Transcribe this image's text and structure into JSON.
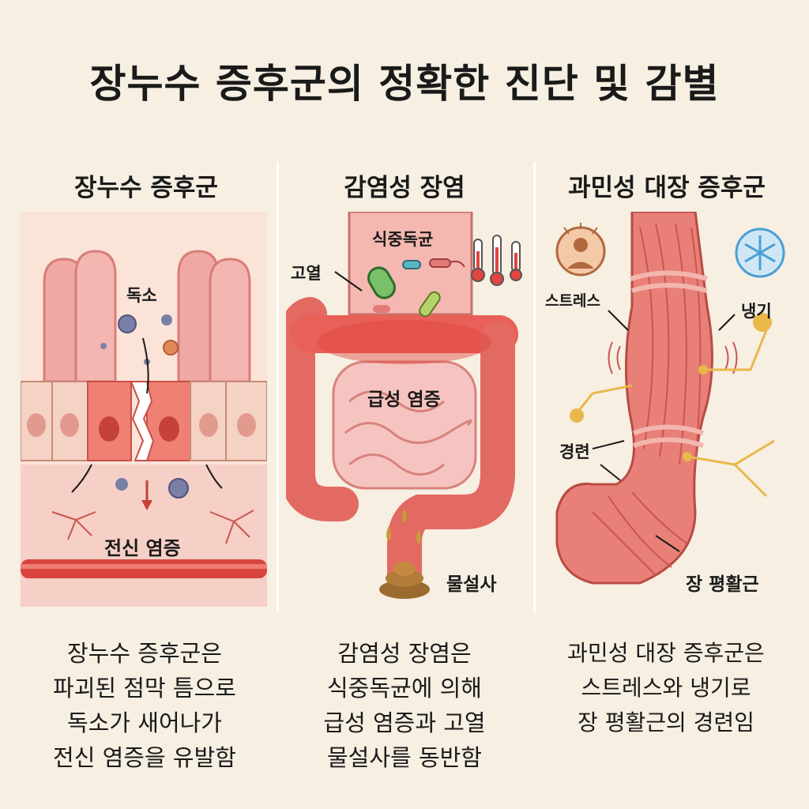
{
  "title": "장누수 증후군의 정확한 진단 및 감별",
  "panels": [
    {
      "heading": "장누수 증후군",
      "labels": {
        "toxin": "독소",
        "systemic": "전신 염증"
      },
      "caption": [
        "장누수 증후군은",
        "파괴된 점막 틈으로",
        "독소가 새어나가",
        "전신 염증을 유발함"
      ]
    },
    {
      "heading": "감염성 장염",
      "labels": {
        "bacteria": "식중독균",
        "fever": "고열",
        "acute": "급성 염증",
        "diarrhea": "물설사"
      },
      "caption": [
        "감염성 장염은",
        "식중독균에 의해",
        "급성 염증과 고열",
        "물설사를 동반함"
      ]
    },
    {
      "heading": "과민성 대장 증후군",
      "labels": {
        "stress": "스트레스",
        "cold": "냉기",
        "spasm": "경련",
        "muscle": "장 평활근"
      },
      "caption": [
        "과민성 대장 증후군은",
        "스트레스와 냉기로",
        "장 평활근의 경련임"
      ]
    }
  ],
  "icons": [
    "toxin-particle-icon",
    "bacteria-icon",
    "thermometer-icon",
    "stress-person-icon",
    "snowflake-icon",
    "nerve-icon",
    "stool-icon"
  ],
  "colors": {
    "background": "#f6efe2",
    "tissue": "#f0a3a0",
    "inflamed": "#e0453f",
    "nerve": "#e8b84a",
    "cold": "#4a9fd6"
  }
}
